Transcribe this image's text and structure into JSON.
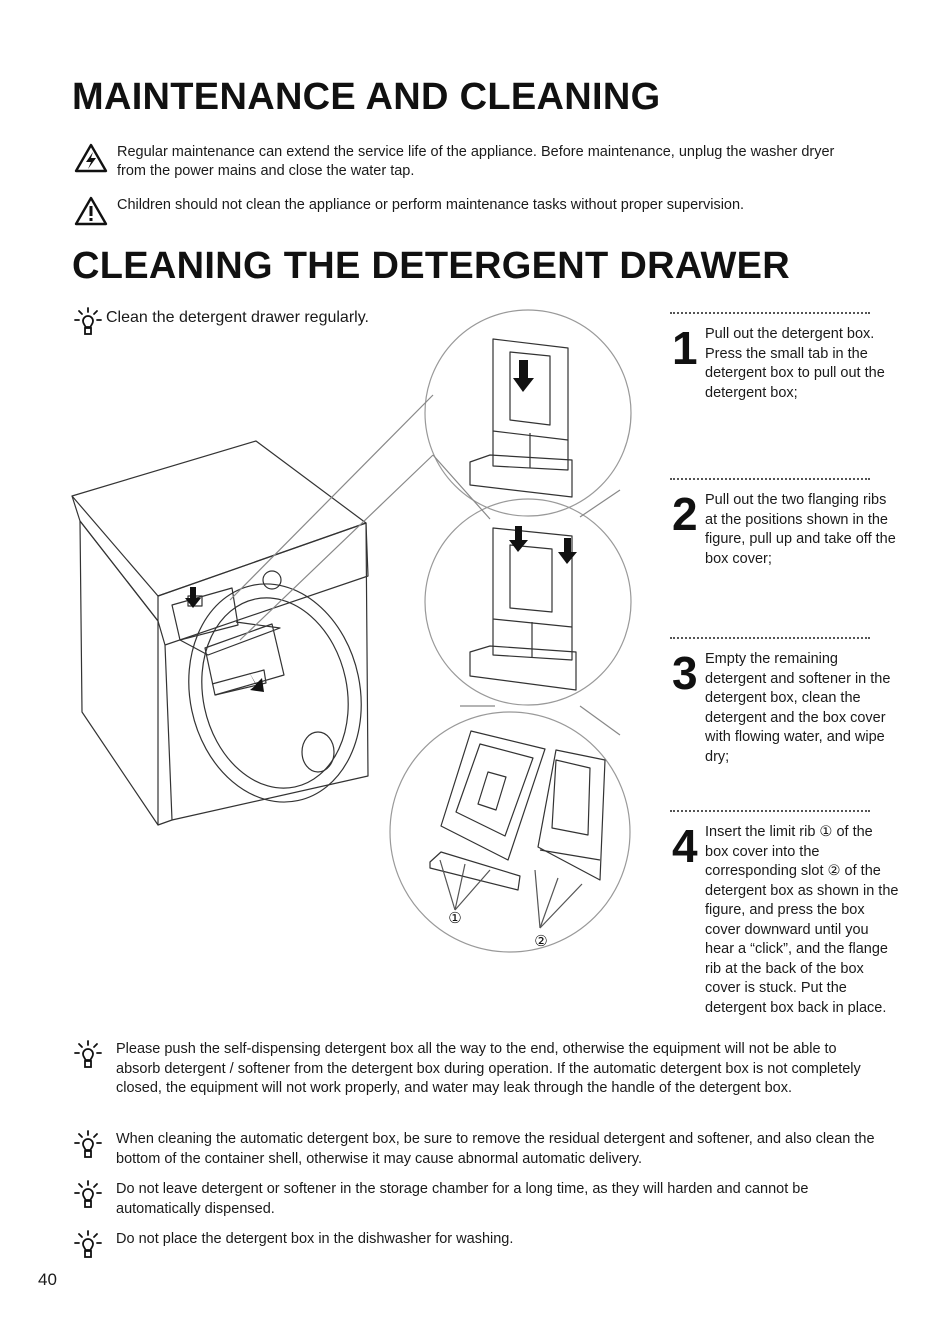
{
  "headings": {
    "main": "MAINTENANCE AND CLEANING",
    "section": "CLEANING THE DETERGENT DRAWER"
  },
  "warnings": [
    {
      "icon": "electric-warning-icon",
      "text": "Regular maintenance can extend the service life of the appliance. Before maintenance, unplug the washer dryer from the power mains and close the water tap."
    },
    {
      "icon": "caution-warning-icon",
      "text": "Children should not clean the appliance or perform maintenance tasks without proper supervision."
    }
  ],
  "tip_intro": "Clean the detergent drawer regularly.",
  "steps": [
    {
      "num": "1",
      "text": "Pull out the detergent box. Press the small tab in the detergent box to pull out the detergent box;"
    },
    {
      "num": "2",
      "text": "Pull out the two flanging ribs at the positions shown in the figure, pull up and take off the box cover;"
    },
    {
      "num": "3",
      "text": "Empty the remaining detergent and softener in the detergent box, clean the detergent and the box cover with flowing water, and wipe dry;"
    },
    {
      "num": "4",
      "text": "Insert the limit rib ① of the box cover into the corresponding slot ② of the detergent box as shown in the figure, and press the box cover downward until you hear a “click”, and the flange rib at the back of the box cover is stuck. Put the detergent box back in place."
    }
  ],
  "figure": {
    "callout_1": "①",
    "callout_2": "②"
  },
  "tips": [
    "Please push the self-dispensing detergent box all the way to the end, otherwise the equipment will not be able to absorb detergent / softener from the detergent box during operation. If the automatic detergent box is not completely closed, the equipment will not work properly, and water may leak through the handle of the detergent box.",
    "When cleaning the automatic detergent box, be sure to remove the residual detergent and softener, and also clean the bottom of the container shell, otherwise it may cause abnormal automatic delivery.",
    "Do not leave detergent or softener in the storage chamber for a long time, as they will harden and cannot be automatically dispensed.",
    "Do not place the detergent box in the dishwasher for washing."
  ],
  "page_number": "40"
}
